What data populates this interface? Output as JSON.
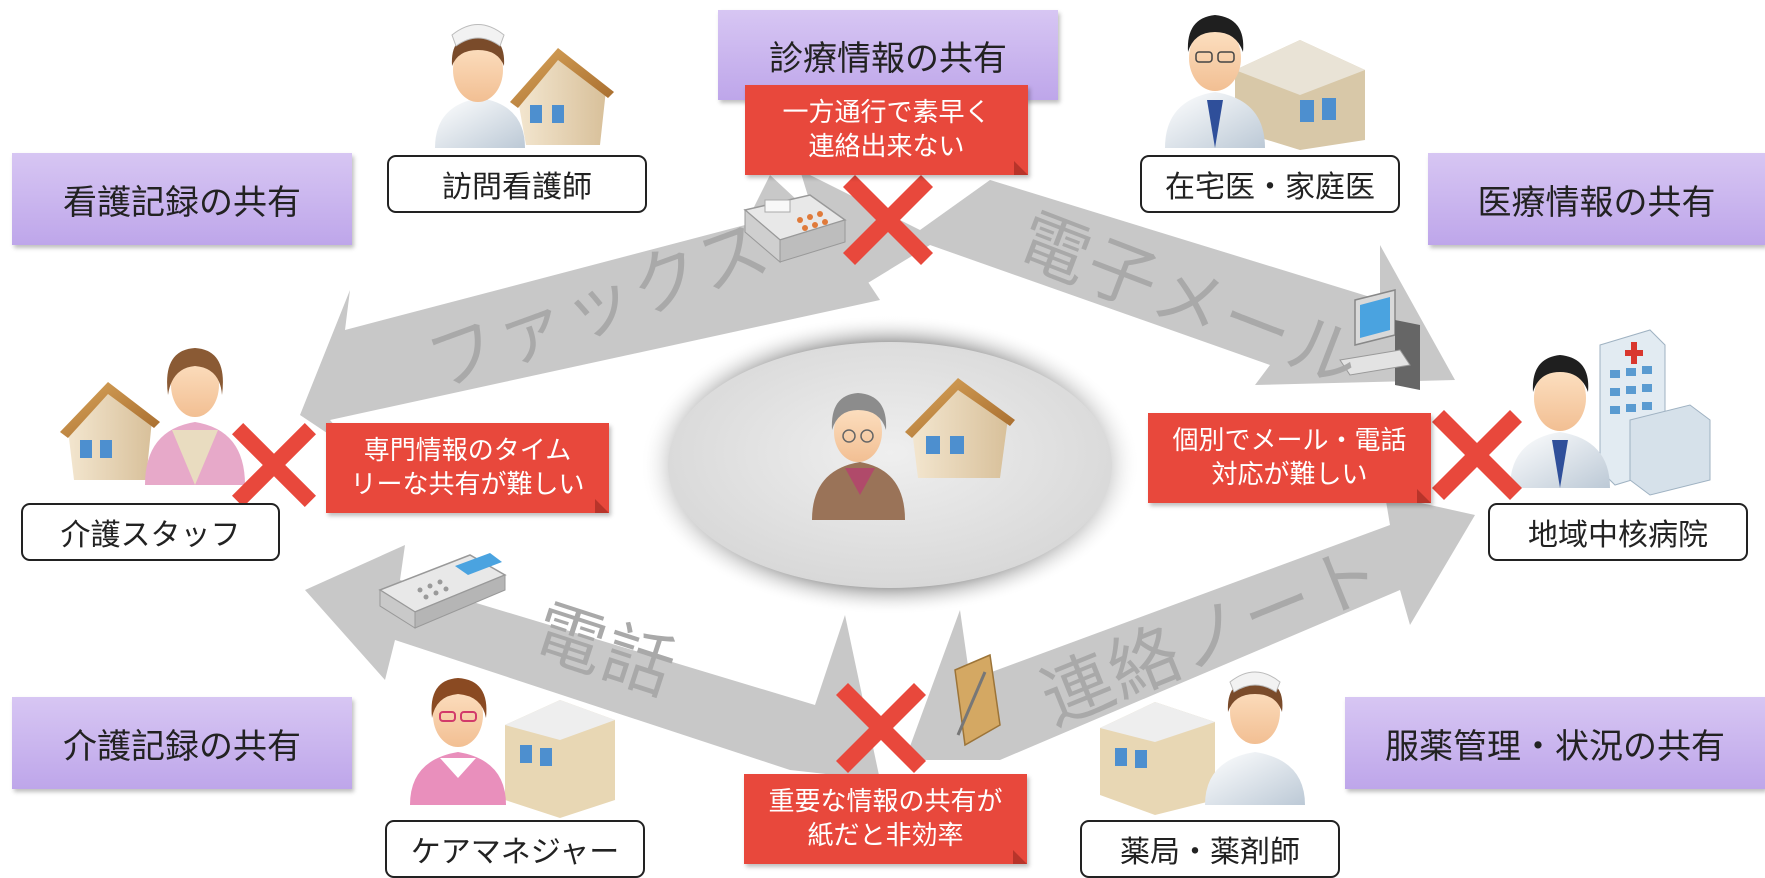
{
  "share_boxes": {
    "shinryo": "診療情報の共有",
    "kango": "看護記録の共有",
    "iryo": "医療情報の共有",
    "kaigo": "介護記録の共有",
    "fukuyaku": "服薬管理・状況の共有"
  },
  "roles": {
    "houmon_kangoshi": "訪問看護師",
    "zaitaku_i": "在宅医・家庭医",
    "kaigo_staff": "介護スタッフ",
    "chiiki_byoin": "地域中核病院",
    "care_manager": "ケアマネジャー",
    "yakkyoku": "薬局・薬剤師"
  },
  "problems": {
    "fax": [
      "一方通行で素早く",
      "連絡出来ない"
    ],
    "timely": [
      "専門情報のタイム",
      "リーな共有が難しい"
    ],
    "mail": [
      "個別でメール・電話",
      "対応が難しい"
    ],
    "paper": [
      "重要な情報の共有が",
      "紙だと非効率"
    ]
  },
  "channels": {
    "fax": "ファックス",
    "email": "電子メール",
    "phone": "電話",
    "note": "連絡ノート"
  },
  "colors": {
    "share_box": "#c9b4ee",
    "problem": "#e8483c",
    "x_mark": "#e8483c",
    "arrow": "#c8c8c8",
    "channel_text": "#a9a9a9"
  },
  "icons": [
    "nurse-with-house-icon",
    "doctor-with-clinic-icon",
    "caregiver-with-house-icon",
    "doctor-with-hospital-icon",
    "care-manager-with-building-icon",
    "pharmacist-with-pharmacy-icon",
    "elderly-patient-home-icon",
    "fax-machine-icon",
    "computer-icon",
    "telephone-icon",
    "notebook-icon"
  ]
}
